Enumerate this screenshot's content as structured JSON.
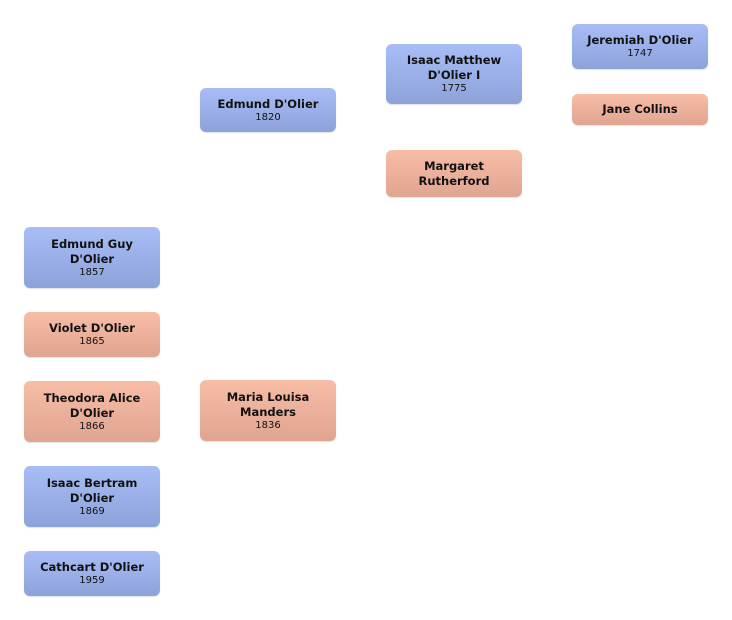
{
  "people": {
    "jeremiah": {
      "name": "Jeremiah D'Olier",
      "year": "1747",
      "gender": "male"
    },
    "jane": {
      "name": "Jane Collins",
      "year": "",
      "gender": "female"
    },
    "isaac_matthew": {
      "name": "Isaac Matthew D'Olier I",
      "year": "1775",
      "gender": "male"
    },
    "margaret": {
      "name": "Margaret Rutherford",
      "year": "",
      "gender": "female"
    },
    "edmund": {
      "name": "Edmund D'Olier",
      "year": "1820",
      "gender": "male"
    },
    "maria": {
      "name": "Maria Louisa Manders",
      "year": "1836",
      "gender": "female"
    },
    "edmund_guy": {
      "name": "Edmund Guy D'Olier",
      "year": "1857",
      "gender": "male"
    },
    "violet": {
      "name": "Violet D'Olier",
      "year": "1865",
      "gender": "female"
    },
    "theodora": {
      "name": "Theodora Alice D'Olier",
      "year": "1866",
      "gender": "female"
    },
    "isaac_bertram": {
      "name": "Isaac Bertram D'Olier",
      "year": "1869",
      "gender": "male"
    },
    "cathcart": {
      "name": "Cathcart D'Olier",
      "year": "1959",
      "gender": "male"
    }
  },
  "colors": {
    "male": "#a0b4ee",
    "female": "#f0b5a0"
  }
}
